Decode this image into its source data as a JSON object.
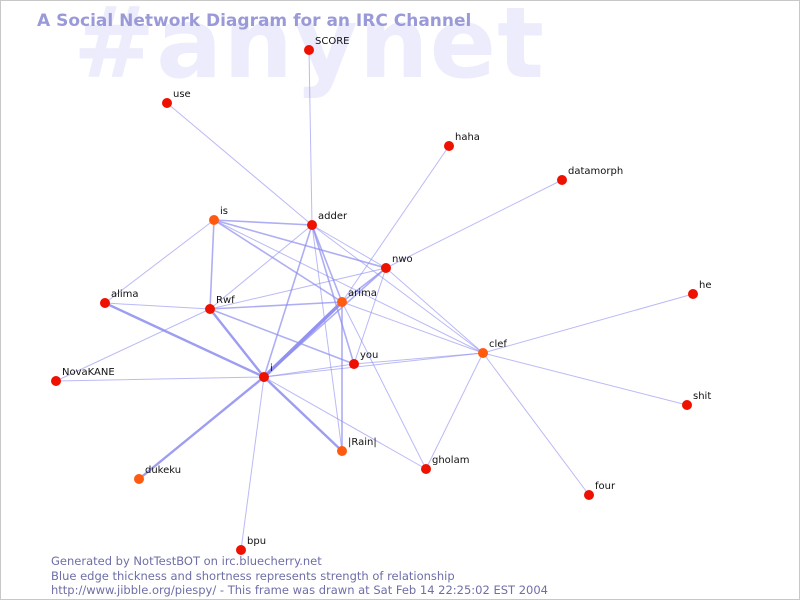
{
  "watermark": "#anynet",
  "title": "A Social Network Diagram for an IRC Channel",
  "footer": {
    "line1": "Generated by NotTestBOT on irc.bluecherry.net",
    "line2": "Blue edge thickness and shortness represents strength of relationship",
    "line3": "http://www.jibble.org/piespy/ - This frame was drawn at Sat Feb 14 22:25:02 EST 2004"
  },
  "colors": {
    "edge": "#8c8cf0",
    "node_red": "#ee1100",
    "node_orange": "#ff5a10"
  },
  "nodes": [
    {
      "id": "SCORE",
      "label": "SCORE",
      "color": "red"
    },
    {
      "id": "use",
      "label": "use",
      "color": "red"
    },
    {
      "id": "haha",
      "label": "haha",
      "color": "red"
    },
    {
      "id": "datamorph",
      "label": "datamorph",
      "color": "red"
    },
    {
      "id": "is",
      "label": "is",
      "color": "orange"
    },
    {
      "id": "adder",
      "label": "adder",
      "color": "red"
    },
    {
      "id": "nwo",
      "label": "nwo",
      "color": "red"
    },
    {
      "id": "alima",
      "label": "alima",
      "color": "red"
    },
    {
      "id": "Rwf",
      "label": "Rwf",
      "color": "red"
    },
    {
      "id": "arima",
      "label": "arima",
      "color": "orange"
    },
    {
      "id": "he",
      "label": "he",
      "color": "red"
    },
    {
      "id": "clef",
      "label": "clef",
      "color": "orange"
    },
    {
      "id": "you",
      "label": "you",
      "color": "red"
    },
    {
      "id": "NovaKANE",
      "label": "NovaKANE",
      "color": "red"
    },
    {
      "id": "i",
      "label": "i",
      "color": "red"
    },
    {
      "id": "shit",
      "label": "shit",
      "color": "red"
    },
    {
      "id": "Rain",
      "label": "|Rain|",
      "color": "orange"
    },
    {
      "id": "gholam",
      "label": "gholam",
      "color": "red"
    },
    {
      "id": "dukeku",
      "label": "dukeku",
      "color": "orange"
    },
    {
      "id": "four",
      "label": "four",
      "color": "red"
    },
    {
      "id": "bpu",
      "label": "bpu",
      "color": "red"
    }
  ],
  "edges": [
    {
      "from": "SCORE",
      "to": "adder",
      "strength": 1
    },
    {
      "from": "use",
      "to": "adder",
      "strength": 1
    },
    {
      "from": "haha",
      "to": "arima",
      "strength": 1
    },
    {
      "from": "datamorph",
      "to": "nwo",
      "strength": 1
    },
    {
      "from": "is",
      "to": "adder",
      "strength": 2
    },
    {
      "from": "is",
      "to": "nwo",
      "strength": 2
    },
    {
      "from": "is",
      "to": "arima",
      "strength": 2
    },
    {
      "from": "is",
      "to": "Rwf",
      "strength": 2
    },
    {
      "from": "is",
      "to": "alima",
      "strength": 1
    },
    {
      "from": "is",
      "to": "clef",
      "strength": 1
    },
    {
      "from": "adder",
      "to": "nwo",
      "strength": 1
    },
    {
      "from": "adder",
      "to": "arima",
      "strength": 2
    },
    {
      "from": "adder",
      "to": "clef",
      "strength": 1
    },
    {
      "from": "adder",
      "to": "i",
      "strength": 2
    },
    {
      "from": "adder",
      "to": "you",
      "strength": 2
    },
    {
      "from": "adder",
      "to": "Rwf",
      "strength": 1
    },
    {
      "from": "adder",
      "to": "Rain",
      "strength": 1
    },
    {
      "from": "nwo",
      "to": "arima",
      "strength": 2
    },
    {
      "from": "nwo",
      "to": "you",
      "strength": 1
    },
    {
      "from": "nwo",
      "to": "i",
      "strength": 2
    },
    {
      "from": "nwo",
      "to": "Rwf",
      "strength": 1
    },
    {
      "from": "nwo",
      "to": "clef",
      "strength": 1
    },
    {
      "from": "alima",
      "to": "i",
      "strength": 3
    },
    {
      "from": "alima",
      "to": "Rwf",
      "strength": 1
    },
    {
      "from": "Rwf",
      "to": "arima",
      "strength": 2
    },
    {
      "from": "Rwf",
      "to": "i",
      "strength": 3
    },
    {
      "from": "Rwf",
      "to": "you",
      "strength": 2
    },
    {
      "from": "Rwf",
      "to": "NovaKANE",
      "strength": 1
    },
    {
      "from": "arima",
      "to": "i",
      "strength": 4
    },
    {
      "from": "arima",
      "to": "clef",
      "strength": 1
    },
    {
      "from": "arima",
      "to": "Rain",
      "strength": 2
    },
    {
      "from": "arima",
      "to": "gholam",
      "strength": 1
    },
    {
      "from": "he",
      "to": "clef",
      "strength": 1
    },
    {
      "from": "clef",
      "to": "you",
      "strength": 1
    },
    {
      "from": "clef",
      "to": "i",
      "strength": 1
    },
    {
      "from": "clef",
      "to": "gholam",
      "strength": 1
    },
    {
      "from": "clef",
      "to": "shit",
      "strength": 1
    },
    {
      "from": "clef",
      "to": "four",
      "strength": 1
    },
    {
      "from": "NovaKANE",
      "to": "i",
      "strength": 1
    },
    {
      "from": "i",
      "to": "Rain",
      "strength": 3
    },
    {
      "from": "i",
      "to": "gholam",
      "strength": 1
    },
    {
      "from": "i",
      "to": "dukeku",
      "strength": 3
    },
    {
      "from": "i",
      "to": "bpu",
      "strength": 1
    },
    {
      "from": "i",
      "to": "you",
      "strength": 1
    }
  ]
}
